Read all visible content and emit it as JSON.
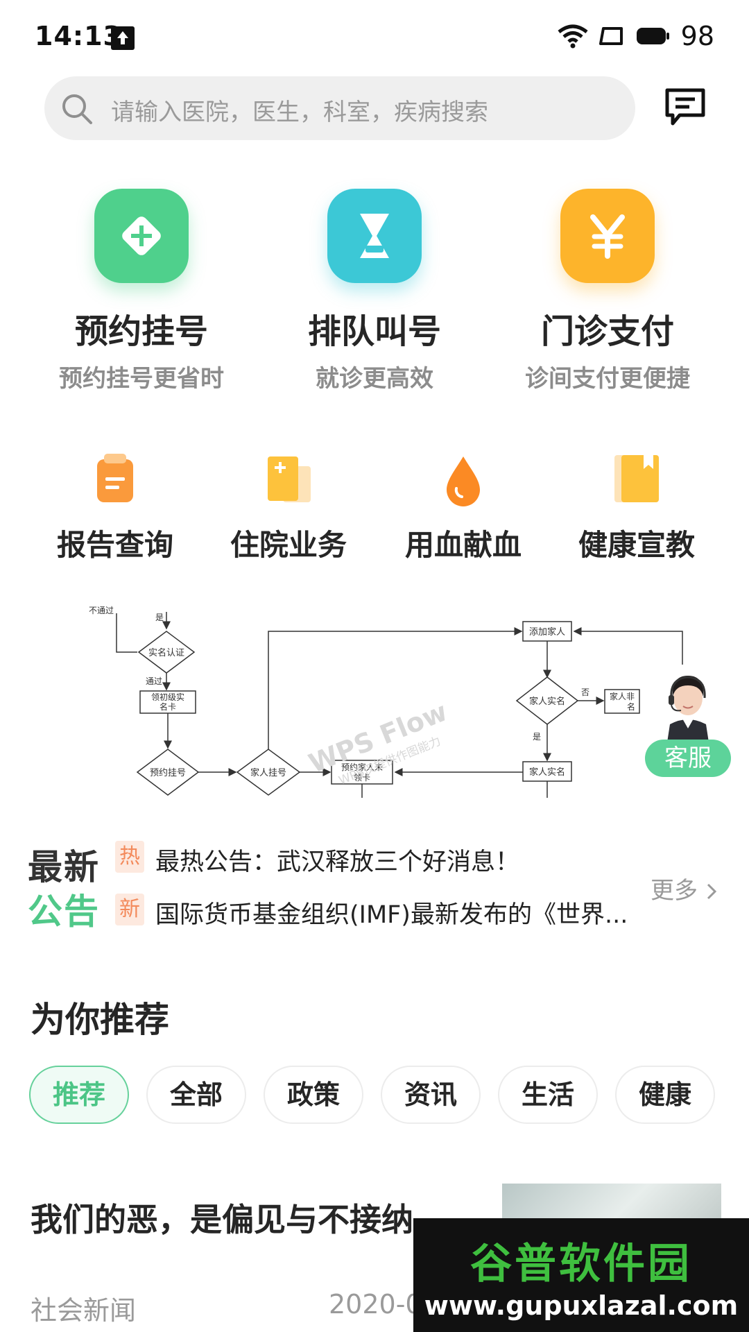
{
  "status_bar": {
    "time": "14:13",
    "battery": "98"
  },
  "search": {
    "placeholder": "请输入医院，医生，科室，疾病搜索"
  },
  "big_services": [
    {
      "label": "预约挂号",
      "sub": "预约挂号更省时",
      "icon": "plus-diamond-icon",
      "color": "#4fd08c"
    },
    {
      "label": "排队叫号",
      "sub": "就诊更高效",
      "icon": "hourglass-icon",
      "color": "#3cc8d6"
    },
    {
      "label": "门诊支付",
      "sub": "诊间支付更便捷",
      "icon": "yuan-icon",
      "color": "#fdb42b"
    }
  ],
  "small_services": [
    {
      "label": "报告查询",
      "icon": "clipboard-icon"
    },
    {
      "label": "住院业务",
      "icon": "file-plus-icon"
    },
    {
      "label": "用血献血",
      "icon": "blood-drop-icon"
    },
    {
      "label": "健康宣教",
      "icon": "book-icon"
    }
  ],
  "banner": {
    "nodes": {
      "top_left": "不通过",
      "yes": "是",
      "verify": "实名认证",
      "pass": "通过",
      "card1": "领初级实",
      "card2": "名卡",
      "book": "预约挂号",
      "family_reg": "家人挂号",
      "pending1": "预约家人未",
      "pending2": "领卡",
      "add_family": "添加家人",
      "family_verify": "家人实名",
      "no": "否",
      "non1": "家人非",
      "non2": "名",
      "yes2": "是",
      "family_verify2": "家人实名",
      "wm1": "WPS Flow",
      "wm2": "WPS仅提供作图能力"
    }
  },
  "customer_service": {
    "label": "客服"
  },
  "news": {
    "title_line1": "最新",
    "title_line2": "公告",
    "items": [
      {
        "tag": "热",
        "text": "最热公告：武汉释放三个好消息！"
      },
      {
        "tag": "新",
        "text": "国际货币基金组织(IMF)最新发布的《世界..."
      }
    ],
    "more": "更多"
  },
  "recommend": {
    "title": "为你推荐",
    "tabs": [
      "推荐",
      "全部",
      "政策",
      "资讯",
      "生活",
      "健康"
    ],
    "active": 0
  },
  "article": {
    "title": "我们的恶，是偏见与不接纳",
    "category": "社会新闻",
    "date": "2020-0"
  },
  "watermark": {
    "main": "谷普软件园",
    "url": "www.gupuxlazal.com"
  },
  "colors": {
    "accent": "#4fd08c",
    "tag_bg": "#fde9df",
    "tag_text": "#f38a5b"
  }
}
